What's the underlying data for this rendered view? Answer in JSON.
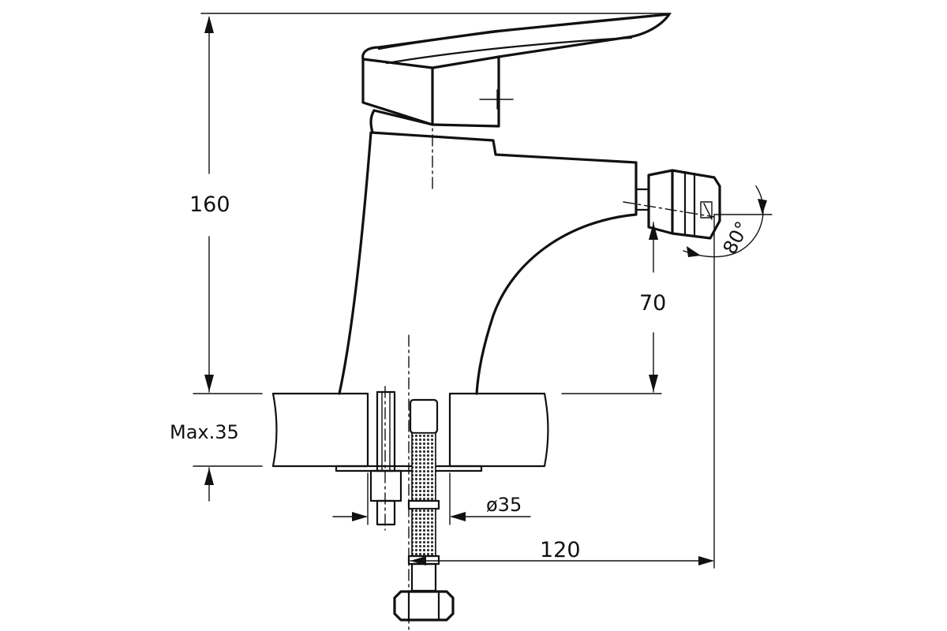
{
  "drawing": {
    "dimensions": {
      "height": "160",
      "spout_height": "70",
      "max_thickness": "Max.35",
      "hole_diameter": "ø35",
      "reach": "120",
      "angle": "80°"
    },
    "colors": {
      "line": "#111111",
      "background": "#ffffff"
    }
  }
}
